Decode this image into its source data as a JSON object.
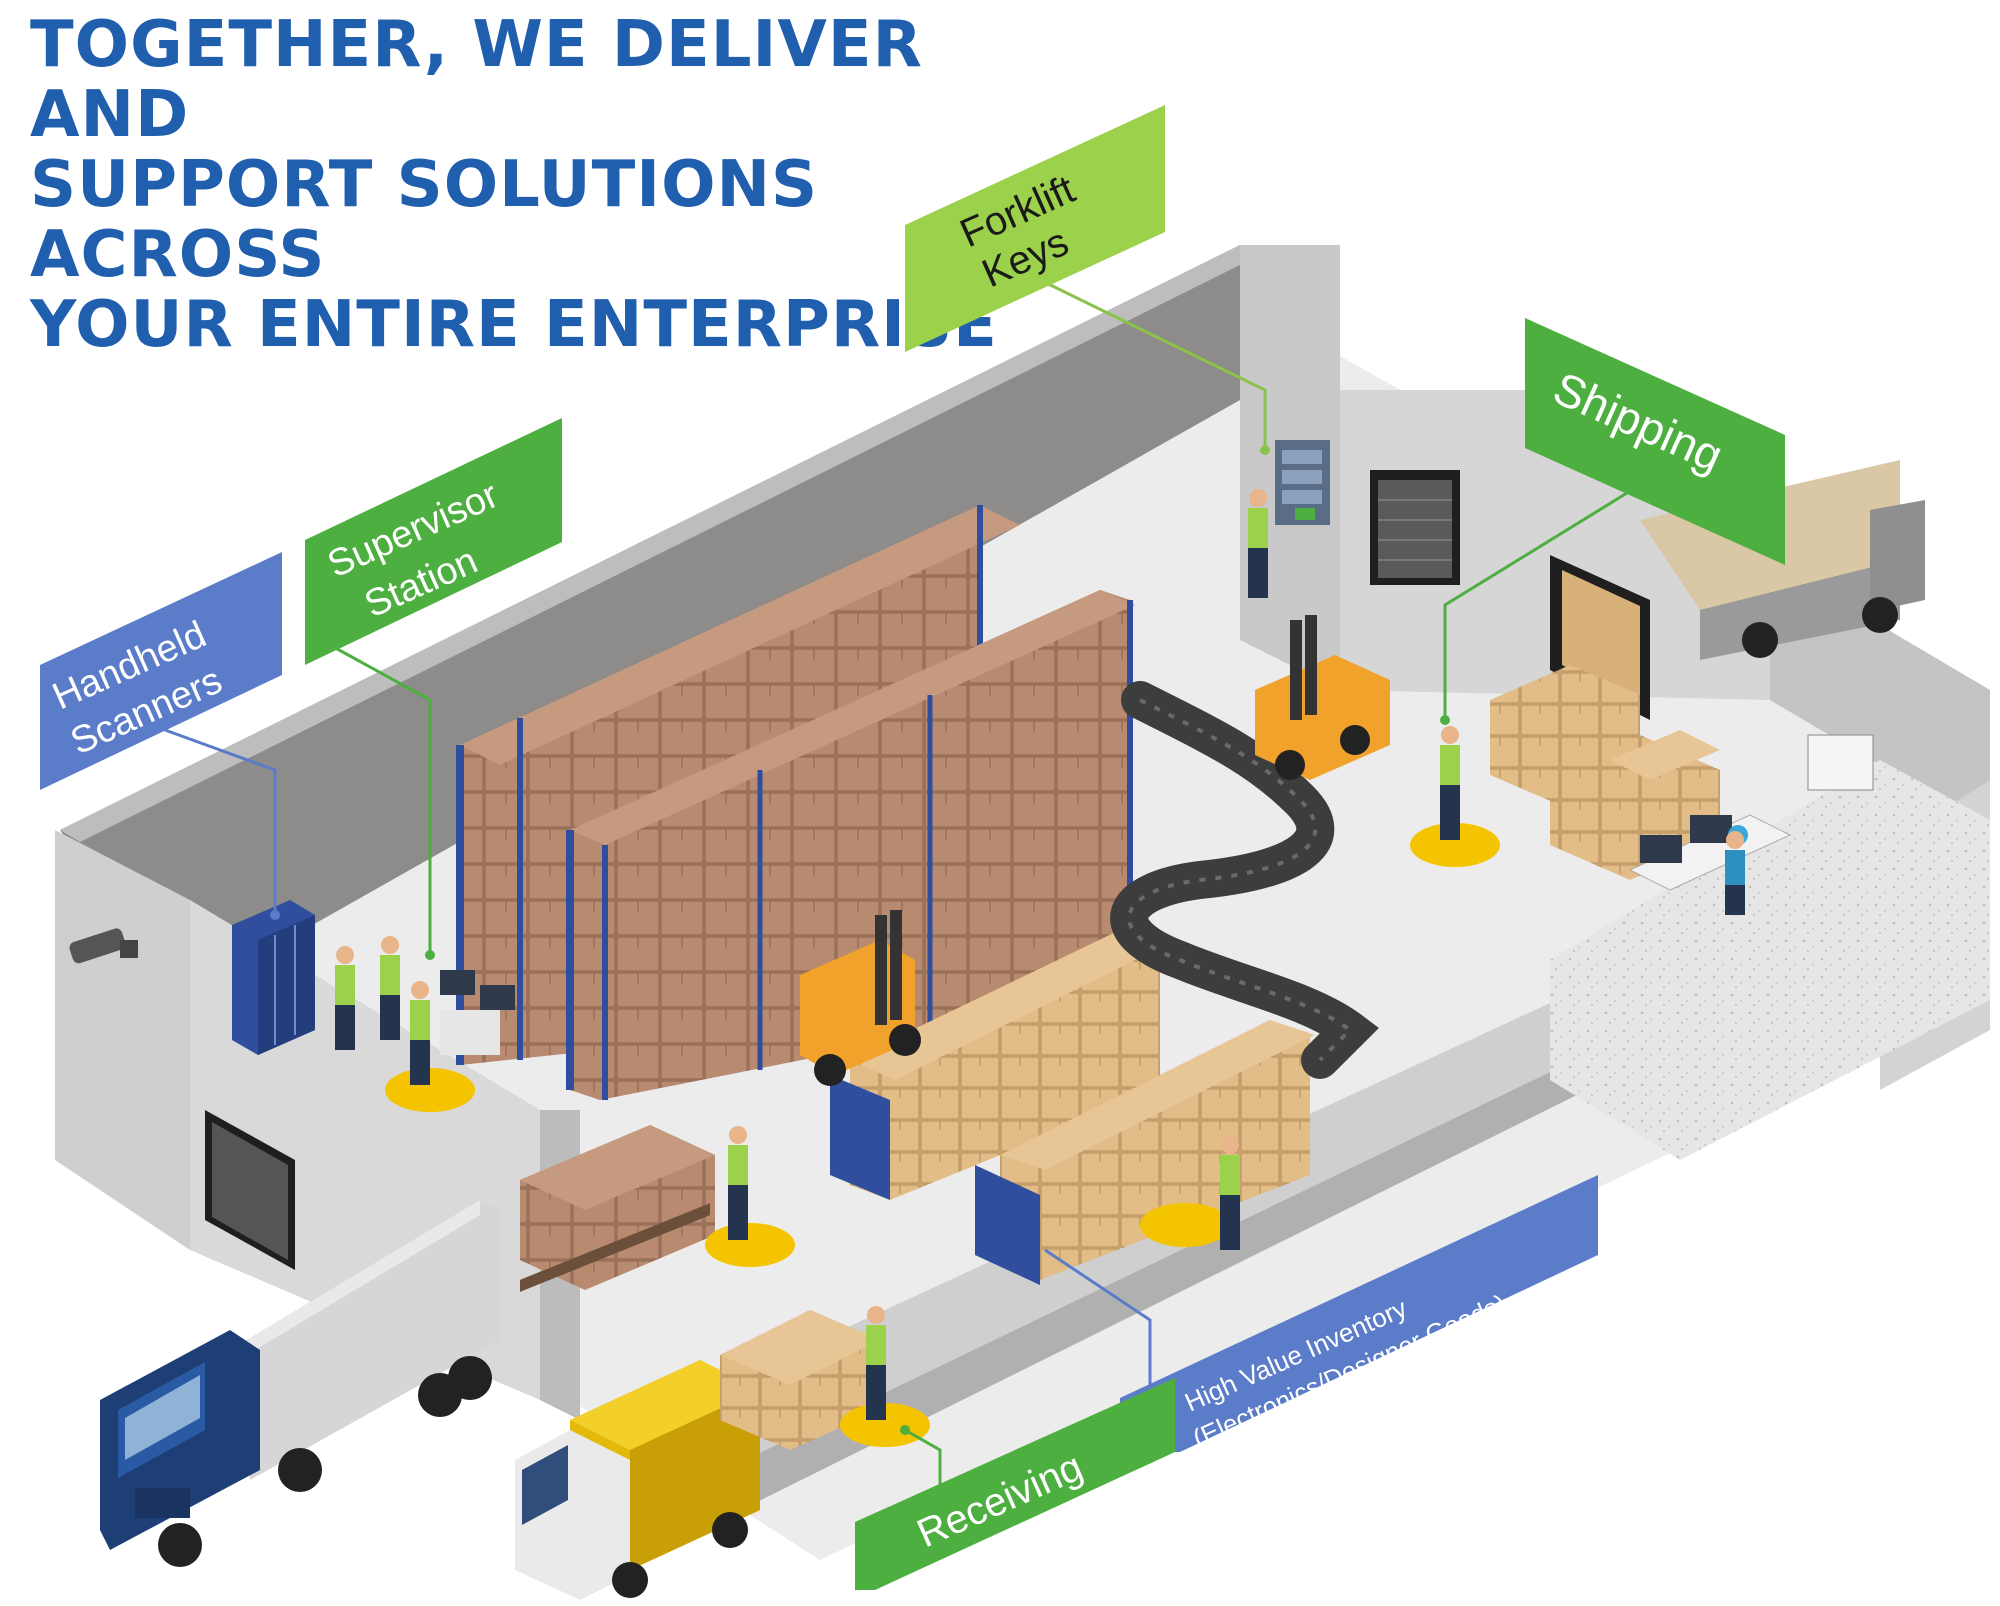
{
  "headline": {
    "line1": "TOGETHER, WE DELIVER AND",
    "line2": "SUPPORT SOLUTIONS ACROSS",
    "line3": "YOUR ENTIRE ENTERPRISE"
  },
  "callouts": {
    "handheld_scanners": {
      "line1": "Handheld",
      "line2": "Scanners"
    },
    "supervisor_station": {
      "line1": "Supervisor",
      "line2": "Station"
    },
    "forklift_keys": {
      "line1": "Forklift",
      "line2": "Keys"
    },
    "shipping": {
      "line1": "Shipping"
    },
    "high_value_inventory": {
      "line1": "High Value Inventory",
      "line2": "(Electronics/Designer Goods)"
    },
    "receiving": {
      "line1": "Receiving"
    }
  },
  "colors": {
    "headline": "#1f5fae",
    "callout_blue": "#5b7cc8",
    "callout_green": "#4caf3f",
    "callout_lightgreen": "#9cd14c",
    "wall": "#cfcfcf",
    "wall_dark": "#8a8a8a",
    "floor": "#ececec",
    "rack": "#2f4f9e",
    "box": "#a97d64",
    "box_light": "#d8b07a",
    "safety_yellow": "#f5c400"
  }
}
